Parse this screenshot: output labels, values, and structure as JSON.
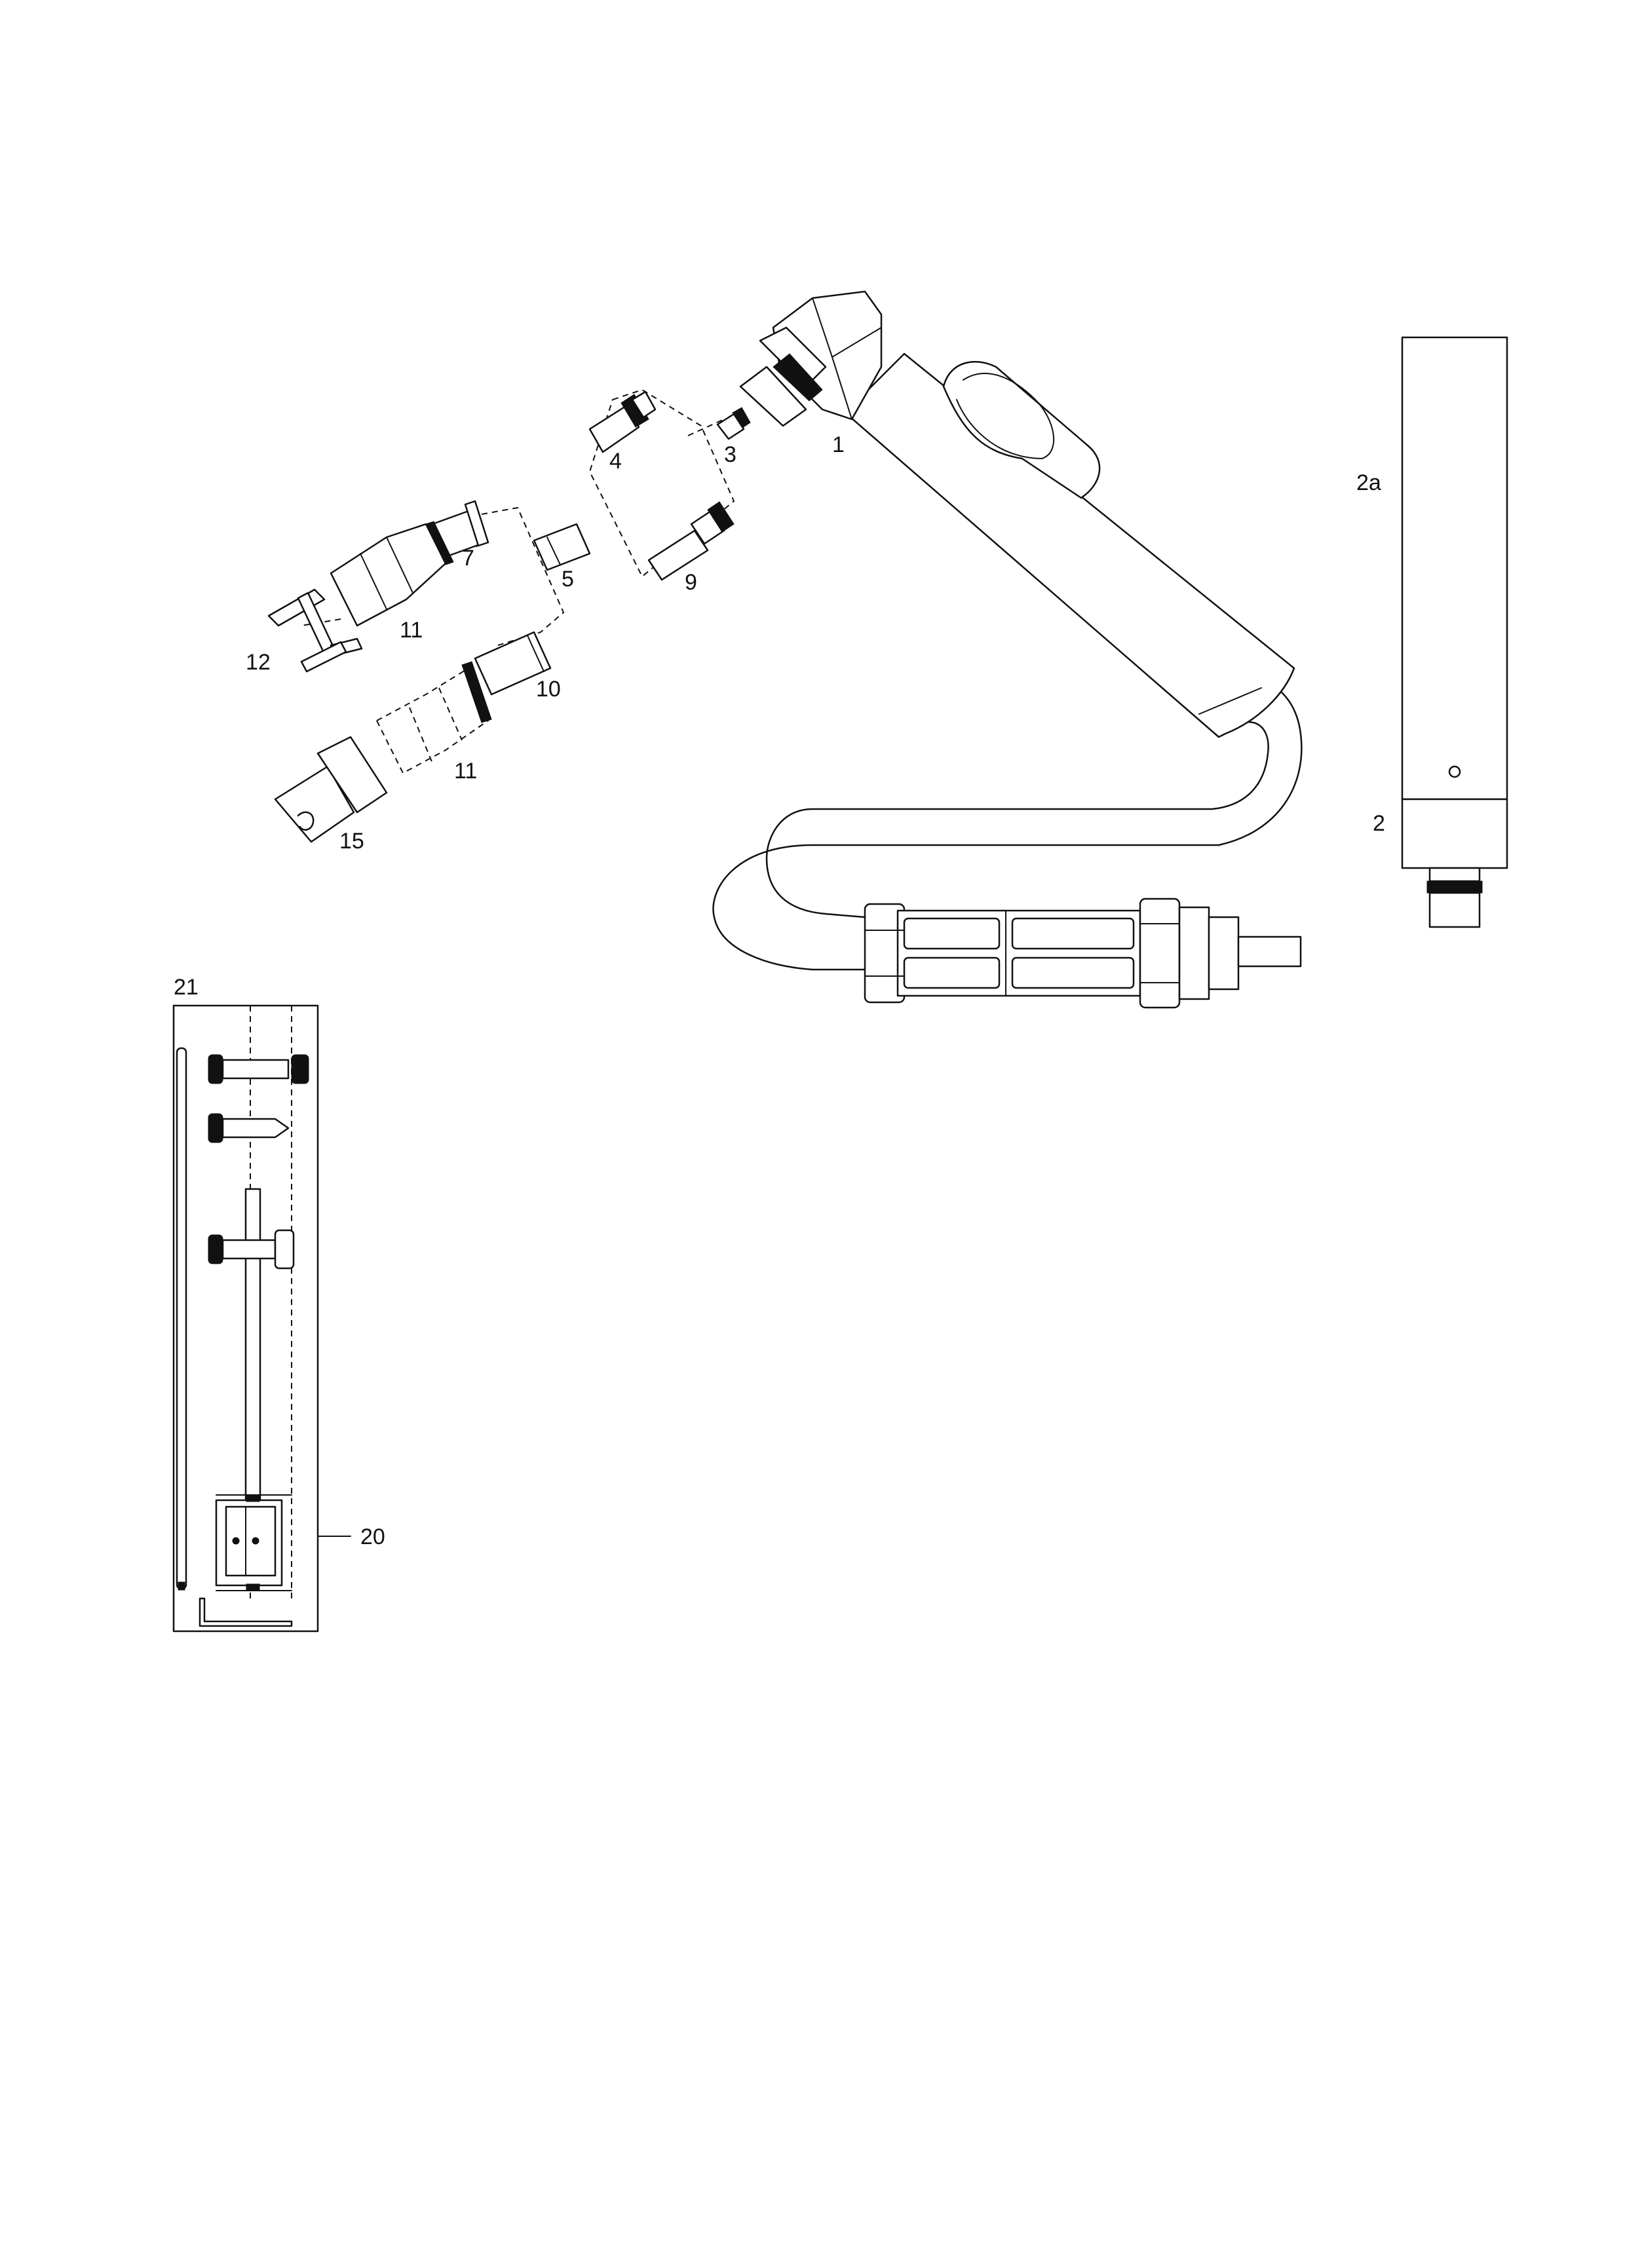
{
  "labels": {
    "p1": "1",
    "p2": "2",
    "p2a": "2a",
    "p3": "3",
    "p4": "4",
    "p5": "5",
    "p7": "7",
    "p9": "9",
    "p10": "10",
    "p11a": "11",
    "p11b": "11",
    "p12": "12",
    "p15": "15",
    "p20": "20",
    "p21": "21"
  },
  "colors": {
    "line": "#111111",
    "background": "#ffffff"
  }
}
